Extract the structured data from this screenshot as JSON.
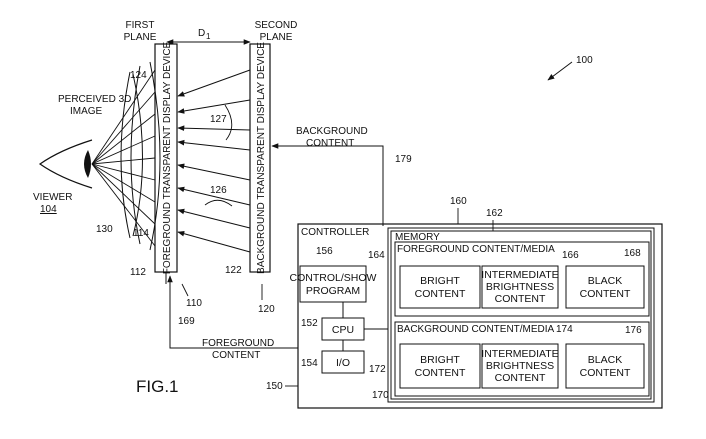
{
  "figure": {
    "label": "FIG.1",
    "ref_number": "100"
  },
  "planes": {
    "first": [
      "FIRST",
      "PLANE"
    ],
    "second": [
      "SECOND",
      "PLANE"
    ],
    "distance_label": "D",
    "distance_sub": "1"
  },
  "devices": {
    "foreground": "FOREGROUND TRANSPARENT DISPLAY DEVICE",
    "background": "BACKGROUND TRANSPARENT DISPLAY DEVICE"
  },
  "viewer": {
    "perceived": [
      "PERCEIVED 3D",
      "IMAGE"
    ],
    "label": "VIEWER",
    "ref": "104"
  },
  "signals": {
    "background": [
      "BACKGROUND",
      "CONTENT"
    ],
    "foreground": [
      "FOREGROUND",
      "CONTENT"
    ]
  },
  "controller": {
    "title": "CONTROLLER",
    "program": [
      "CONTROL/SHOW",
      "PROGRAM"
    ],
    "cpu": "CPU",
    "io": "I/O",
    "memory": "MEMORY",
    "fg_group": "FOREGROUND CONTENT/MEDIA",
    "bg_group": "BACKGROUND CONTENT/MEDIA",
    "bright": [
      "BRIGHT",
      "CONTENT"
    ],
    "intermediate": [
      "INTERMEDIATE",
      "BRIGHTNESS",
      "CONTENT"
    ],
    "black": [
      "BLACK",
      "CONTENT"
    ]
  },
  "refs": {
    "r110": "110",
    "r112": "112",
    "r114": "114",
    "r120": "120",
    "r122": "122",
    "r124": "124",
    "r126": "126",
    "r127": "127",
    "r130": "130",
    "r150": "150",
    "r152": "152",
    "r154": "154",
    "r156": "156",
    "r160": "160",
    "r162": "162",
    "r164": "164",
    "r166": "166",
    "r168": "168",
    "r169": "169",
    "r170": "170",
    "r172": "172",
    "r174": "174",
    "r176": "176",
    "r179": "179"
  }
}
